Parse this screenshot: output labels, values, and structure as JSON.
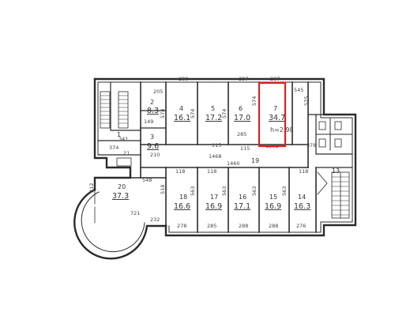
{
  "colors": {
    "walls": "#2b2b2b",
    "text": "#333333",
    "highlight": "#e02020"
  },
  "highlight": {
    "room": "7"
  },
  "rooms": [
    {
      "id": "1",
      "number": "1",
      "area": "",
      "note": ""
    },
    {
      "id": "2",
      "number": "2",
      "area": "8.3",
      "note": ""
    },
    {
      "id": "3",
      "number": "3",
      "area": "9.6",
      "note": ""
    },
    {
      "id": "4",
      "number": "4",
      "area": "16.1",
      "note": ""
    },
    {
      "id": "5",
      "number": "5",
      "area": "17.2",
      "note": ""
    },
    {
      "id": "6",
      "number": "6",
      "area": "17.0",
      "note": ""
    },
    {
      "id": "7",
      "number": "7",
      "area": "34.7",
      "note": "h=2.98"
    },
    {
      "id": "13",
      "number": "13",
      "area": "",
      "note": ""
    },
    {
      "id": "14",
      "number": "14",
      "area": "16.3",
      "note": ""
    },
    {
      "id": "15",
      "number": "15",
      "area": "16.9",
      "note": ""
    },
    {
      "id": "16",
      "number": "16",
      "area": "17.1",
      "note": ""
    },
    {
      "id": "17",
      "number": "17",
      "area": "16.9",
      "note": ""
    },
    {
      "id": "18",
      "number": "18",
      "area": "16.6",
      "note": ""
    },
    {
      "id": "19",
      "number": "19",
      "area": "",
      "note": ""
    },
    {
      "id": "20",
      "number": "20",
      "area": "37.3",
      "note": ""
    },
    {
      "id": "21",
      "number": "21",
      "area": "",
      "note": ""
    }
  ],
  "dimensions": {
    "top": [
      "205",
      "280",
      "287",
      "287",
      "545"
    ],
    "bottom": [
      "278",
      "285",
      "288",
      "288",
      "276"
    ],
    "sides": [
      "575",
      "574",
      "574",
      "574",
      "574",
      "563",
      "563",
      "563",
      "563",
      "518",
      "548",
      "232",
      "721",
      "285",
      "115",
      "115",
      "1468",
      "1460",
      "1301",
      "118",
      "118",
      "118",
      "378",
      "210",
      "149",
      "341",
      "374",
      "212"
    ]
  }
}
